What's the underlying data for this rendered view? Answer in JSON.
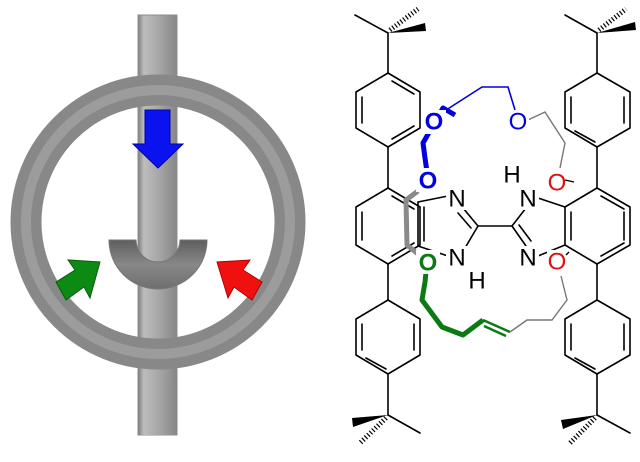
{
  "colors": {
    "gray": "#8a8a8a",
    "blue": "#0000e0",
    "green": "#0a7a12",
    "red": "#e01010",
    "black": "#000000"
  },
  "cartoon": {
    "parts": [
      "axle",
      "wheel",
      "binding-cup",
      "blue-arrow",
      "green-arrow",
      "red-arrow"
    ]
  },
  "molecule": {
    "atoms": {
      "n_left_top": "N",
      "nh_left_bottom": "N",
      "h_left_bottom": "H",
      "nh_right_top": "N",
      "h_right_top": "H",
      "n_right_bottom": "N",
      "o_blue_1": "O",
      "o_blue_2": "O",
      "o_blue_3": "O",
      "o_green": "O",
      "o_red_top": "O",
      "o_red_bottom": "O"
    }
  }
}
